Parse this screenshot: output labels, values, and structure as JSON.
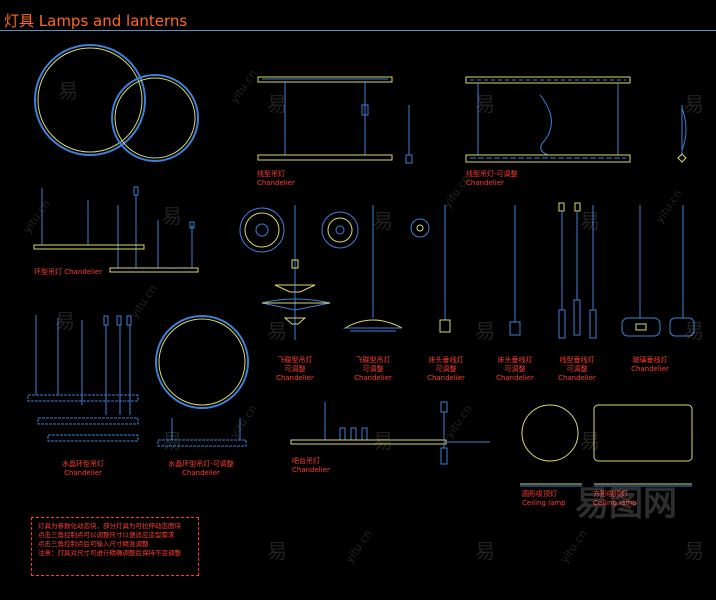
{
  "header": {
    "title": "灯具 Lamps and lanterns"
  },
  "labels": {
    "linear_chandelier": [
      "线型吊灯",
      "Chandelier"
    ],
    "linear_chandelier_adjustable": [
      "线型吊灯-可调整",
      "Chandelier"
    ],
    "ring_chandelier": [
      "环型吊灯 Chandelier"
    ],
    "saucer_chandelier_1": [
      "飞碟型吊灯",
      "可调整",
      "Chandelier"
    ],
    "saucer_chandelier_2": [
      "飞碟型吊灯",
      "可调整",
      "Chandelier"
    ],
    "bedside_drop_1": [
      "床头垂线灯",
      "可调整",
      "Chandelier"
    ],
    "bedside_drop_2": [
      "床头垂线灯",
      "可调整",
      "Chandelier"
    ],
    "linear_drop": [
      "线型垂线灯",
      "可调整",
      "Chandelier"
    ],
    "glass_drop": [
      "玻璃垂线灯",
      "Chandelier"
    ],
    "crystal_chandelier": [
      "水晶环型吊灯",
      "Chandelier"
    ],
    "crystal_ring_adjustable": [
      "水晶环型吊灯-可调整",
      "Chandelier"
    ],
    "bar_chandelier": [
      "吧台吊灯",
      "Chandelier"
    ],
    "ceiling_round": [
      "圆形吸顶灯",
      "Ceiling lamp"
    ],
    "ceiling_square": [
      "方形吸顶灯",
      "Ceiling lamp"
    ]
  },
  "note": [
    "灯具为参数化动态块，部分灯具为可拉伸动态图块",
    "点击三角控制点可以调整尺寸以便适应造型需求",
    "点击三角控制点后可输入尺寸精准调整",
    "注意：灯具对尺寸可进行精确调整后保持不变调整"
  ],
  "watermark": {
    "char": "易",
    "url": "yitu.cn",
    "logo": "易图网"
  },
  "colors": {
    "title": "#ff6a1a",
    "label": "#ff3b2f",
    "line_blue": "#3f7fd9",
    "line_yellow": "#d9d96a"
  }
}
